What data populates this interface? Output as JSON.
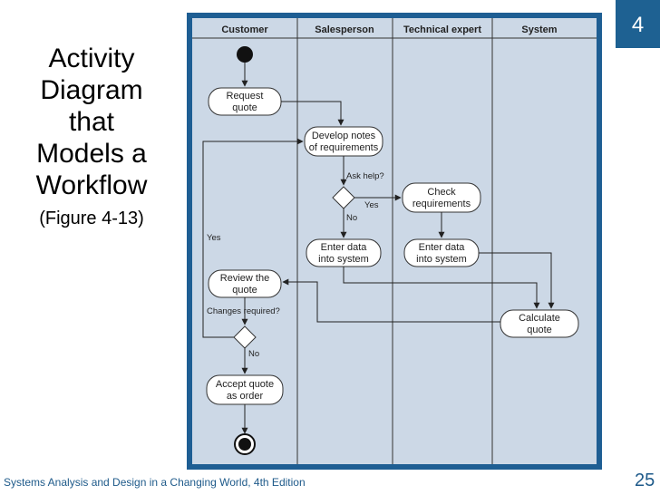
{
  "slide": {
    "title_lines": [
      "Activity",
      "Diagram",
      "that",
      "Models a",
      "Workflow"
    ],
    "subtitle": "(Figure 4-13)",
    "chapter": "4",
    "footer": "Systems Analysis and Design in a Changing World, 4th Edition",
    "page": "25"
  },
  "diagram": {
    "lanes": [
      "Customer",
      "Salesperson",
      "Technical expert",
      "System"
    ],
    "nodes": {
      "request_quote": [
        "Request",
        "quote"
      ],
      "develop_notes": [
        "Develop notes",
        "of requirements"
      ],
      "check_requirements": [
        "Check",
        "requirements"
      ],
      "enter_data_sales": [
        "Enter data",
        "into system"
      ],
      "enter_data_tech": [
        "Enter data",
        "into system"
      ],
      "review_quote": [
        "Review the",
        "quote"
      ],
      "calculate_quote": [
        "Calculate",
        "quote"
      ],
      "accept_quote": [
        "Accept quote",
        "as order"
      ]
    },
    "edge_labels": {
      "ask_help": "Ask help?",
      "yes_right": "Yes",
      "no_down": "No",
      "yes_loop": "Yes",
      "changes_required": "Changes required?",
      "no_final": "No"
    },
    "colors": {
      "panel_bg": "#ccd8e6",
      "frame": "#1e5e93",
      "badge": "#1e6192",
      "footer_text": "#1e5a8a"
    }
  }
}
